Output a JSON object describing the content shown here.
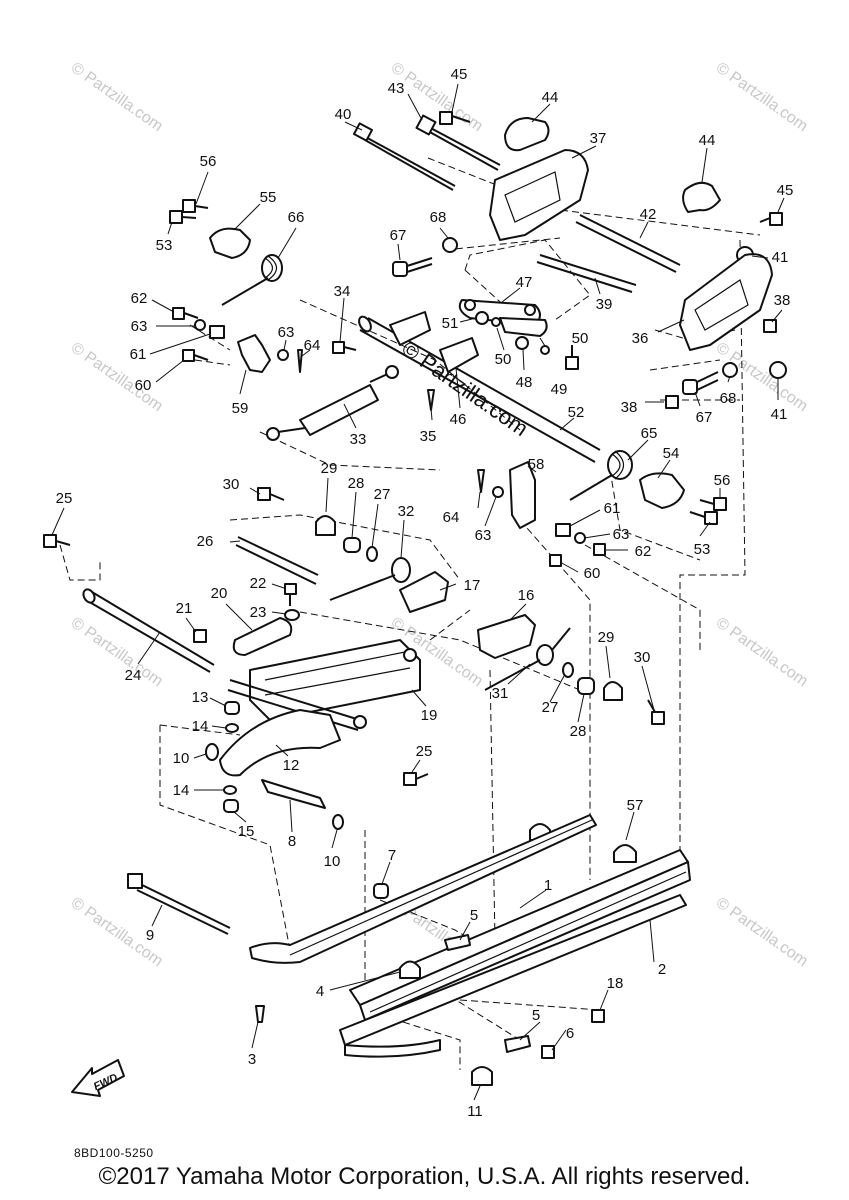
{
  "diagram": {
    "code": "8BD100-5250",
    "copyright": "©2017 Yamaha Motor Corporation, U.S.A. All rights reserved.",
    "watermark": "© Partzilla.com",
    "center_watermark": "© Partzilla.com",
    "fwd_label": "FWD",
    "callouts": [
      "1",
      "2",
      "3",
      "4",
      "5",
      "5",
      "6",
      "7",
      "8",
      "9",
      "10",
      "10",
      "11",
      "12",
      "13",
      "14",
      "14",
      "15",
      "16",
      "17",
      "18",
      "19",
      "20",
      "21",
      "22",
      "23",
      "24",
      "25",
      "25",
      "26",
      "27",
      "27",
      "28",
      "28",
      "29",
      "29",
      "30",
      "30",
      "31",
      "32",
      "33",
      "34",
      "35",
      "36",
      "37",
      "38",
      "38",
      "39",
      "40",
      "41",
      "41",
      "42",
      "43",
      "44",
      "44",
      "45",
      "45",
      "46",
      "47",
      "48",
      "49",
      "50",
      "50",
      "51",
      "52",
      "53",
      "53",
      "54",
      "55",
      "56",
      "56",
      "57",
      "58",
      "59",
      "60",
      "60",
      "61",
      "61",
      "62",
      "62",
      "63",
      "63",
      "63",
      "63",
      "64",
      "64",
      "65",
      "66",
      "67",
      "67",
      "68",
      "68"
    ]
  }
}
